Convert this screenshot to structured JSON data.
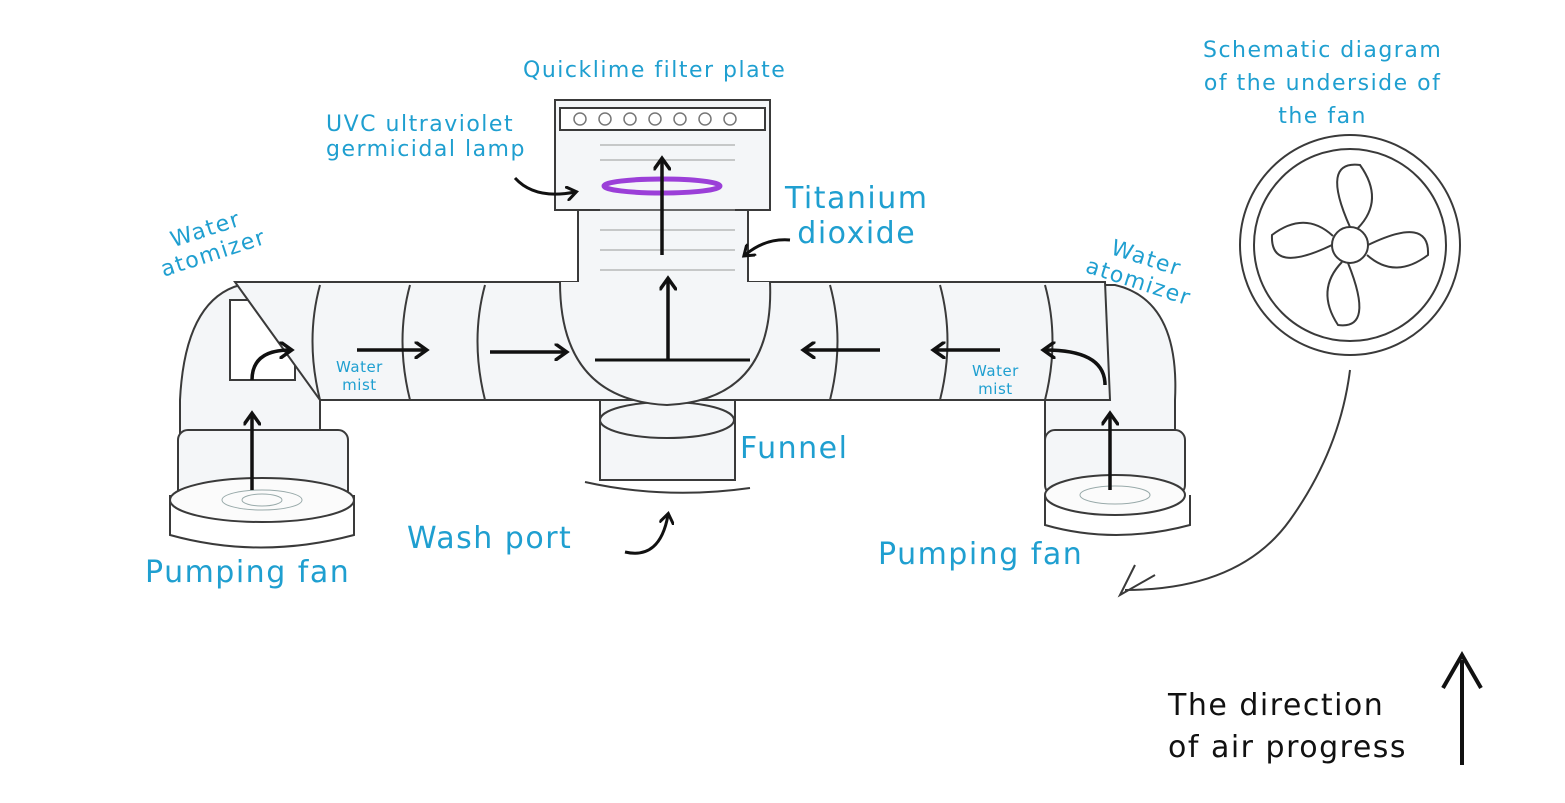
{
  "labels": {
    "quicklime_filter_plate": "Quicklime filter plate",
    "uvc_lamp_line1": "UVC ultraviolet",
    "uvc_lamp_line2": "germicidal lamp",
    "titanium_dioxide_line1": "Titanium",
    "titanium_dioxide_line2": "dioxide",
    "water_atomizer_left_line1": "Water",
    "water_atomizer_left_line2": "atomizer",
    "water_atomizer_right_line1": "Water",
    "water_atomizer_right_line2": "atomizer",
    "water_mist_left_line1": "Water",
    "water_mist_left_line2": "mist",
    "water_mist_right_line1": "Water",
    "water_mist_right_line2": "mist",
    "funnel": "Funnel",
    "wash_port": "Wash port",
    "pumping_fan_left": "Pumping fan",
    "pumping_fan_right": "Pumping fan",
    "fan_schematic_line1": "Schematic diagram",
    "fan_schematic_line2": "of the underside of",
    "fan_schematic_line3": "the fan",
    "legend_line1": "The direction",
    "legend_line2": "of air progress"
  },
  "colors": {
    "label_blue": "#1f9fd0",
    "outline": "#3a3a3a",
    "arrow": "#111111",
    "uv_lamp": "#9b3fd8",
    "pipe_fill": "#f4f6f8"
  }
}
